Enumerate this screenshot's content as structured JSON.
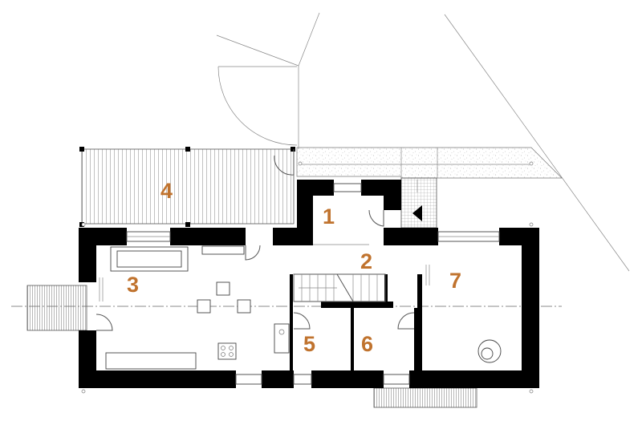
{
  "plan": {
    "rooms": [
      {
        "id": "room-1",
        "label": "1"
      },
      {
        "id": "room-2",
        "label": "2"
      },
      {
        "id": "room-3",
        "label": "3"
      },
      {
        "id": "room-4",
        "label": "4"
      },
      {
        "id": "room-5",
        "label": "5"
      },
      {
        "id": "room-6",
        "label": "6"
      },
      {
        "id": "room-7",
        "label": "7"
      }
    ],
    "colors": {
      "label": "#c0732e",
      "wall": "#000000",
      "line": "#555555"
    }
  }
}
